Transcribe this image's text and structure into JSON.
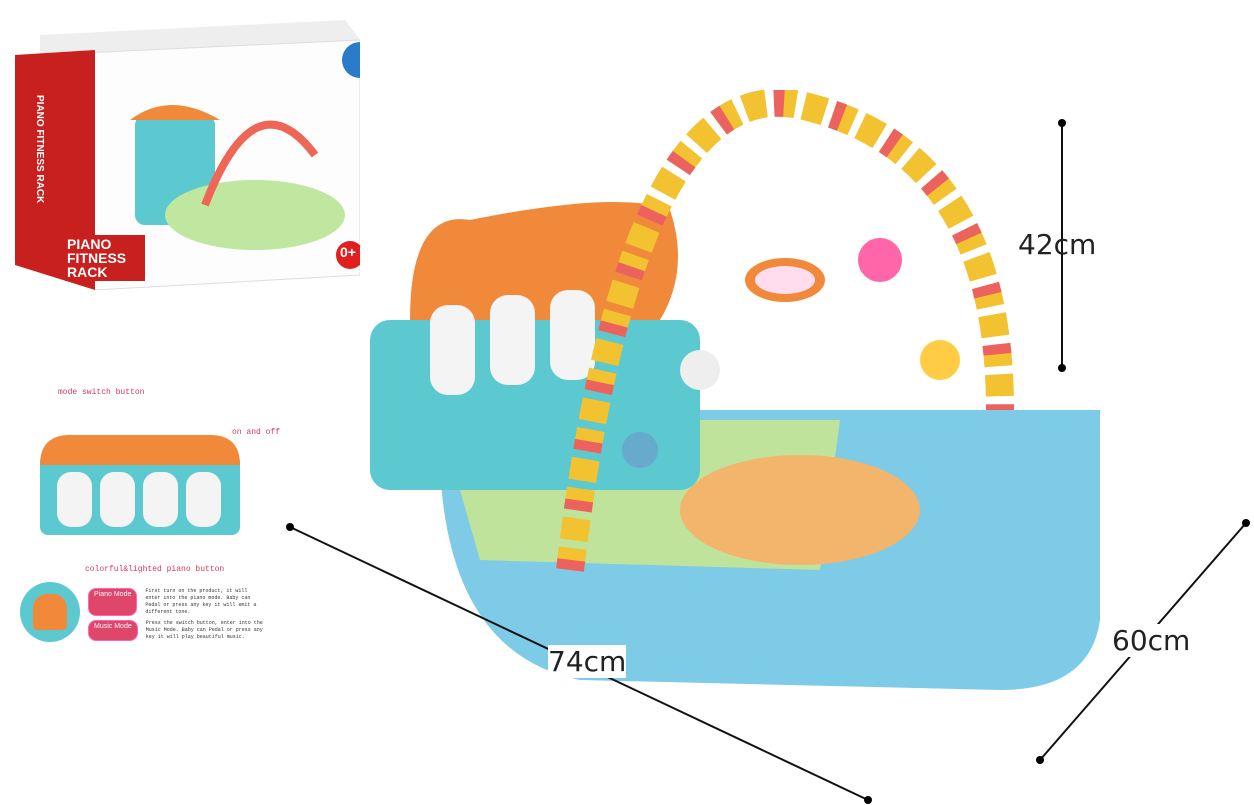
{
  "box": {
    "side_text": "PIANO FITNESS RACK",
    "front_title": "PIANO FITNESS RACK",
    "age": "0+"
  },
  "labels": {
    "mode_switch": "mode switch button",
    "on_off": "on and off",
    "piano_buttons": "colorful&lighted piano button"
  },
  "modes": [
    {
      "name": "Piano Mode",
      "desc": "First turn on the product, it will enter into the piano mode. Baby can Pedal or press any key it will emit a different tone."
    },
    {
      "name": "Music Mode",
      "desc": "Press the switch button, enter into the Music Mode. Baby can Pedal or press any key it will play beautiful music."
    }
  ],
  "dimensions": {
    "height": "42cm",
    "width": "74cm",
    "depth": "60cm"
  },
  "colors": {
    "orange": "#f08a3a",
    "teal": "#5cc8d0",
    "box_red": "#c8201e",
    "accent_pink": "#e0456a"
  }
}
